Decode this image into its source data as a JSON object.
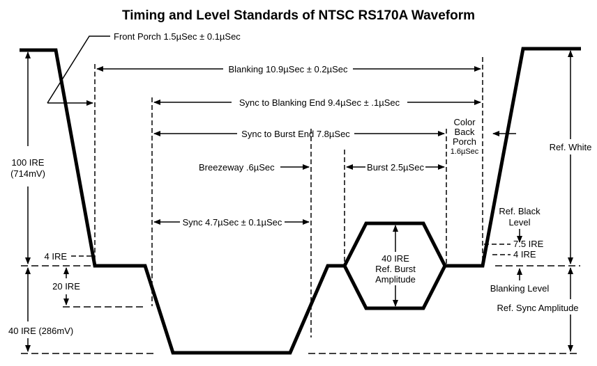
{
  "title": "Timing and Level Standards of NTSC RS170A Waveform",
  "timing": {
    "front_porch": "Front Porch 1.5µSec ± 0.1µSec",
    "blanking": "Blanking 10.9µSec ± 0.2µSec",
    "sync_to_blanking_end": "Sync to Blanking End 9.4µSec ± .1µSec",
    "sync_to_burst_end": "Sync to Burst End 7.8µSec",
    "color_back_porch": [
      "Color",
      "Back",
      "Porch"
    ],
    "color_back_porch_value": "1.6µSec",
    "breezeway": "Breezeway .6µSec",
    "burst": "Burst 2.5µSec",
    "sync": "Sync 4.7µSec ± 0.1µSec"
  },
  "levels": {
    "ire_100": "100 IRE",
    "mv_714": "(714mV)",
    "ire_4_left": "4 IRE",
    "ire_20": "20 IRE",
    "ire_40_286": "40 IRE (286mV)",
    "burst_amp": [
      "40 IRE",
      "Ref. Burst",
      "Amplitude"
    ],
    "ref_white": "Ref. White",
    "ref_black": [
      "Ref. Black",
      "Level"
    ],
    "ire_75": "7.5 IRE",
    "ire_4_right": "4 IRE",
    "blanking_level": "Blanking Level",
    "ref_sync_amplitude": "Ref. Sync Amplitude"
  }
}
